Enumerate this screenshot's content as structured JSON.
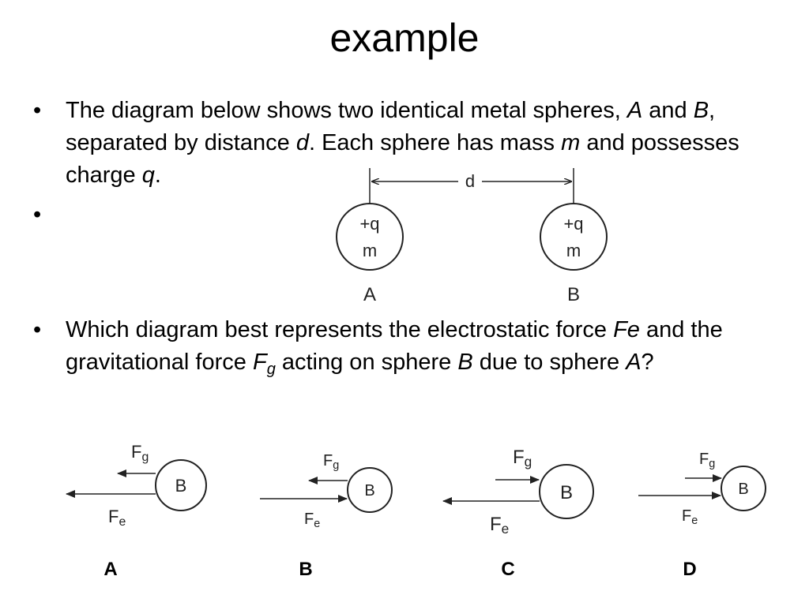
{
  "title": "example",
  "bullets": {
    "p1": {
      "t1": "The diagram below shows two identical metal spheres, ",
      "A": "A",
      "t2": " and ",
      "B": "B",
      "t3": ", separated by distance ",
      "d": "d",
      "t4": ". Each sphere has mass ",
      "m": "m",
      "t5": " and possesses charge ",
      "q": "q",
      "t6": "."
    },
    "p3": {
      "t1": "Which diagram best represents the electrostatic force ",
      "Fe": "Fe",
      "t2": " and the gravitational force ",
      "F": "F",
      "g": "g",
      "t3": " acting on sphere ",
      "B": "B",
      "t4": " due to sphere ",
      "A": "A",
      "t5": "?"
    }
  },
  "setup_diagram": {
    "distance_label": "d",
    "sphere_a": {
      "charge": "+q",
      "mass": "m",
      "label": "A"
    },
    "sphere_b": {
      "charge": "+q",
      "mass": "m",
      "label": "B"
    }
  },
  "options": [
    {
      "label": "A",
      "sphere": "B",
      "fg": "Fg",
      "fe": "Fe",
      "fg_direction": "left",
      "fe_direction": "left"
    },
    {
      "label": "B",
      "sphere": "B",
      "fg": "Fg",
      "fe": "Fe",
      "fg_direction": "left",
      "fe_direction": "right"
    },
    {
      "label": "C",
      "sphere": "B",
      "fg": "Fg",
      "fe": "Fe",
      "fg_direction": "right",
      "fe_direction": "left"
    },
    {
      "label": "D",
      "sphere": "B",
      "fg": "Fg",
      "fe": "Fe",
      "fg_direction": "right",
      "fe_direction": "right"
    }
  ]
}
